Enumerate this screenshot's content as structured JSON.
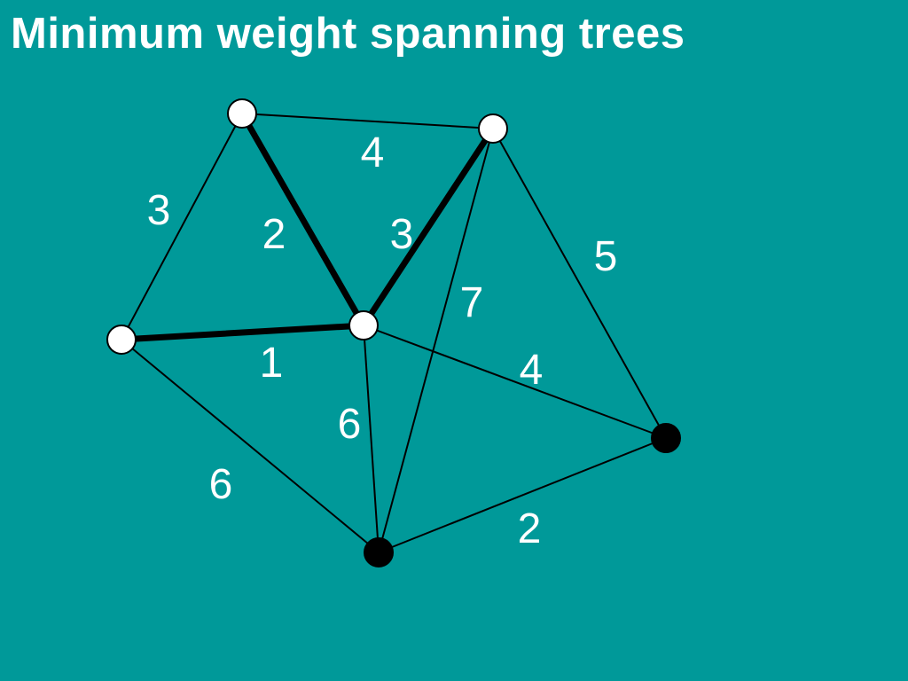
{
  "title": "Minimum weight spanning trees",
  "colors": {
    "background": "#009999",
    "text": "#ffffff",
    "edge": "#000000",
    "tree_node_fill": "#ffffff",
    "other_node_fill": "#000000"
  },
  "graph": {
    "nodes": [
      {
        "id": "top-left",
        "in_tree": true
      },
      {
        "id": "top-right",
        "in_tree": true
      },
      {
        "id": "left",
        "in_tree": true
      },
      {
        "id": "center",
        "in_tree": true
      },
      {
        "id": "right",
        "in_tree": false
      },
      {
        "id": "bottom",
        "in_tree": false
      }
    ],
    "edges": [
      {
        "from": "top-left",
        "to": "top-right",
        "weight": "4",
        "in_tree": false
      },
      {
        "from": "top-left",
        "to": "left",
        "weight": "3",
        "in_tree": false
      },
      {
        "from": "top-left",
        "to": "center",
        "weight": "2",
        "in_tree": true
      },
      {
        "from": "top-right",
        "to": "center",
        "weight": "3",
        "in_tree": true
      },
      {
        "from": "top-right",
        "to": "bottom",
        "weight": "7",
        "in_tree": false
      },
      {
        "from": "top-right",
        "to": "right",
        "weight": "5",
        "in_tree": false
      },
      {
        "from": "left",
        "to": "center",
        "weight": "1",
        "in_tree": true
      },
      {
        "from": "center",
        "to": "right",
        "weight": "4",
        "in_tree": false
      },
      {
        "from": "center",
        "to": "bottom",
        "weight": "6",
        "in_tree": false
      },
      {
        "from": "left",
        "to": "bottom",
        "weight": "6",
        "in_tree": false
      },
      {
        "from": "bottom",
        "to": "right",
        "weight": "2",
        "in_tree": false
      }
    ]
  }
}
